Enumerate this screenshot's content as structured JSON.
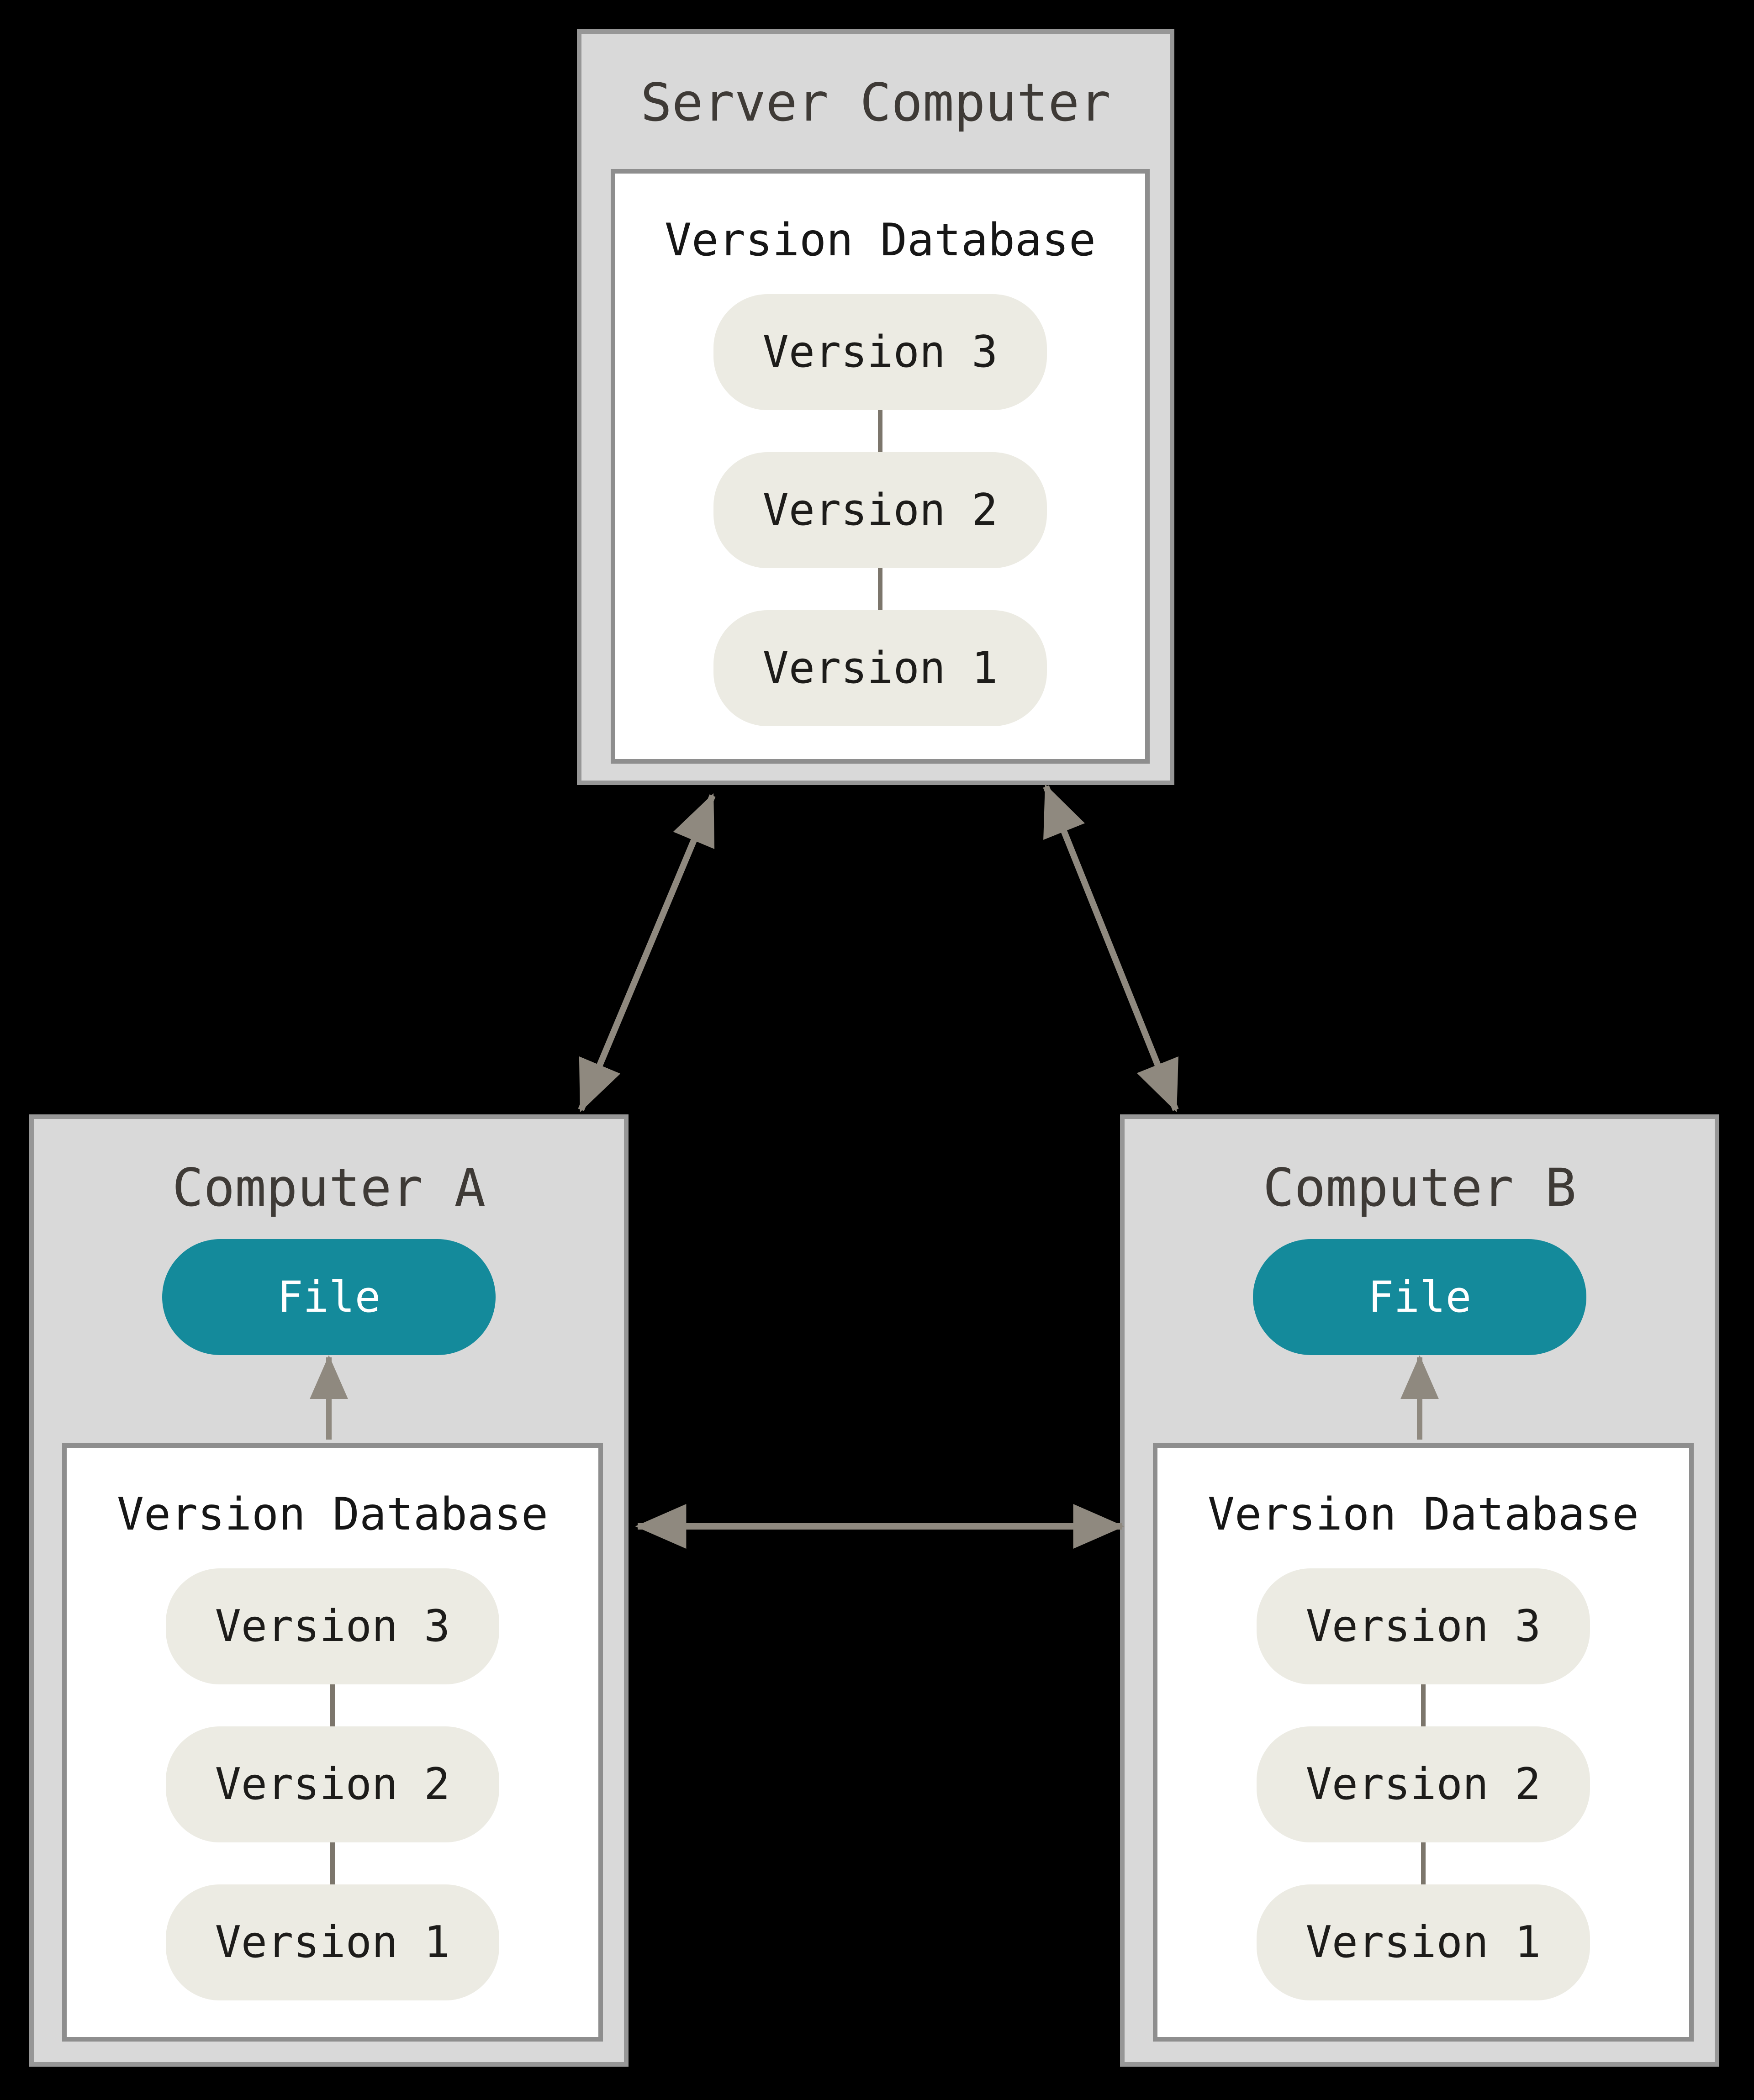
{
  "colors": {
    "background": "#000000",
    "machine_fill": "#D9D9D9",
    "machine_border": "#979797",
    "machine_title": "#3E3A36",
    "db_fill": "#FFFFFF",
    "db_border": "#8E8E8E",
    "db_label": "#161616",
    "pill_fill": "#ECEBE3",
    "pill_text": "#1D1C1A",
    "file_fill": "#148A9B",
    "file_text": "#FFFFFF",
    "arrow": "#8F897F",
    "connector": "#7C766C"
  },
  "server": {
    "title": "Server Computer",
    "db_label": "Version Database",
    "versions": [
      "Version 3",
      "Version 2",
      "Version 1"
    ]
  },
  "computer_a": {
    "title": "Computer A",
    "file_label": "File",
    "db_label": "Version Database",
    "versions": [
      "Version 3",
      "Version 2",
      "Version 1"
    ]
  },
  "computer_b": {
    "title": "Computer B",
    "file_label": "File",
    "db_label": "Version Database",
    "versions": [
      "Version 3",
      "Version 2",
      "Version 1"
    ]
  },
  "arrows": {
    "server_to_computer_a": "bidirectional-arrow",
    "server_to_computer_b": "bidirectional-arrow",
    "computer_a_to_computer_b": "bidirectional-arrow",
    "db_to_file_a": "up-arrow",
    "db_to_file_b": "up-arrow"
  }
}
